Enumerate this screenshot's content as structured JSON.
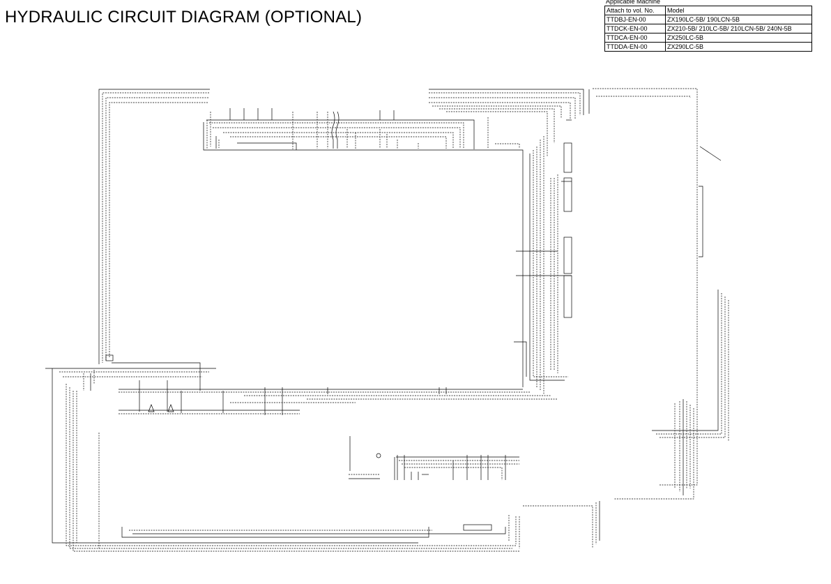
{
  "title": "HYDRAULIC CIRCUIT DIAGRAM (OPTIONAL)",
  "applicable_machine": {
    "caption": "Applicable Machine",
    "headers": [
      "Attach to vol. No.",
      "Model"
    ],
    "rows": [
      [
        "TTDBJ-EN-00",
        "ZX190LC-5B/ 190LCN-5B"
      ],
      [
        "TTDCK-EN-00",
        "ZX210-5B/ 210LC-5B/ 210LCN-5B/ 240N-5B"
      ],
      [
        "TTDCA-EN-00",
        "ZX250LC-5B"
      ],
      [
        "TTDDA-EN-00",
        "ZX290LC-5B"
      ]
    ]
  }
}
